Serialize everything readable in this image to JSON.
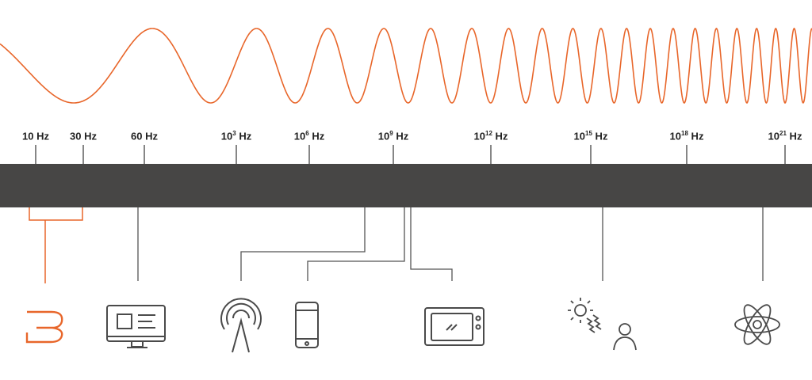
{
  "title": "Electromagnetic spectrum frequency scale",
  "colors": {
    "wave": "#e8662a",
    "band": "#474645",
    "line": "#555555",
    "icon": "#4a4a4a"
  },
  "ticks": [
    {
      "base": "10",
      "exp": "",
      "unit": "Hz"
    },
    {
      "base": "30",
      "exp": "",
      "unit": "Hz"
    },
    {
      "base": "60",
      "exp": "",
      "unit": "Hz"
    },
    {
      "base": "10",
      "exp": "3",
      "unit": "Hz"
    },
    {
      "base": "10",
      "exp": "6",
      "unit": "Hz"
    },
    {
      "base": "10",
      "exp": "9",
      "unit": "Hz"
    },
    {
      "base": "10",
      "exp": "12",
      "unit": "Hz"
    },
    {
      "base": "10",
      "exp": "15",
      "unit": "Hz"
    },
    {
      "base": "10",
      "exp": "18",
      "unit": "Hz"
    },
    {
      "base": "10",
      "exp": "21",
      "unit": "Hz"
    }
  ],
  "icons": [
    "brain-wave-icon",
    "computer-monitor-icon",
    "radio-tower-icon",
    "mobile-phone-icon",
    "microwave-oven-icon",
    "sun-uv-person-icon",
    "atom-icon"
  ]
}
